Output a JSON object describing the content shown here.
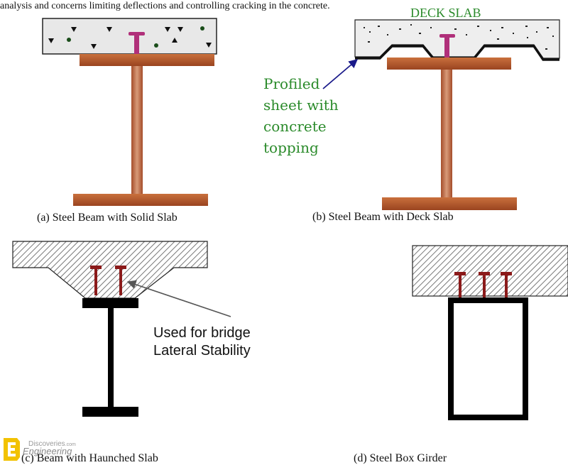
{
  "header_text": "analysis and concerns limiting deflections and controlling cracking in the concrete.",
  "panels": {
    "a": {
      "caption": "(a) Steel Beam with Solid Slab"
    },
    "b": {
      "caption": "(b) Steel Beam with Deck Slab",
      "deck_label": "DECK SLAB",
      "profiled_lines": [
        "Profiled",
        "sheet with",
        "concrete",
        "topping"
      ]
    },
    "c": {
      "caption": "(c) Beam with Haunched Slab",
      "annotation_lines": [
        "Used for bridge",
        "Lateral Stability"
      ]
    },
    "d": {
      "caption": "(d) Steel Box Girder"
    }
  },
  "watermark": {
    "line1": "Discoveries",
    "line1_suffix": ".com",
    "line2": "Engineering"
  },
  "colors": {
    "slab_fill": "#e8e8e8",
    "steel_flange": "#b5562a",
    "steel_web": "#c07050",
    "stud": "#b0307a",
    "dark_stud": "#8b1a1a",
    "green_text": "#2a8a2a",
    "arrow_blue": "#1a1a8a",
    "logo_yellow": "#f2c200"
  },
  "icons": {
    "logo": "engineering-discoveries-logo-icon"
  }
}
